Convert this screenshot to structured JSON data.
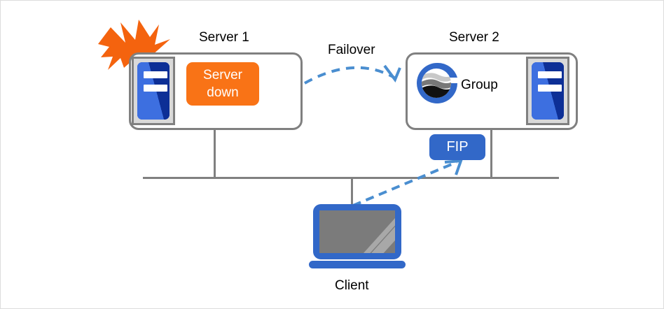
{
  "diagram": {
    "title_server1": "Server 1",
    "title_server2": "Server 2",
    "title_client": "Client",
    "group_label": "Group",
    "server_down_line1": "Server",
    "server_down_line2": "down",
    "failover_label": "Failover",
    "fip_label": "FIP",
    "icons": {
      "burst": "burst-icon",
      "rack_server": "rack-server-icon",
      "group_globe": "group-globe-icon",
      "client_monitor": "client-monitor-icon"
    },
    "colors": {
      "orange": "#f97316",
      "blue": "#3268c8",
      "rack_blue": "#1f4fc4",
      "rack_blue_dark": "#0d2f96",
      "gray_line": "#808080",
      "arrow_blue": "#4a8ed0",
      "screen_gray": "#7b7b7b",
      "canvas_border": "#dddddd"
    },
    "connections": [
      {
        "from": "server1",
        "to": "network-bus"
      },
      {
        "from": "server2",
        "to": "network-bus"
      },
      {
        "from": "client",
        "to": "network-bus"
      },
      {
        "from": "server1",
        "to": "server2",
        "label": "Failover",
        "style": "dashed-curve"
      },
      {
        "from": "client",
        "to": "fip",
        "style": "dashed-straight"
      }
    ]
  }
}
